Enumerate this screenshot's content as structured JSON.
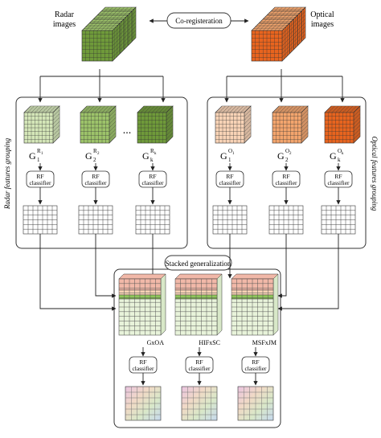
{
  "colors": {
    "radar_dark": "#6f9a3a",
    "radar_mid": "#9dc36a",
    "radar_light": "#d4e6b8",
    "optical_dark": "#e8641e",
    "optical_mid": "#f3a56d",
    "optical_light": "#f8d3b6",
    "stack_pink": "#f1b8a8",
    "stack_green": "#b7dd8c",
    "stroke": "#333333"
  },
  "top": {
    "radar_label_line1": "Radar",
    "radar_label_line2": "images",
    "optical_label_line1": "Optical",
    "optical_label_line2": "images",
    "coregistration_label": "Co-registeration"
  },
  "left_group": {
    "side_label": "Radar features grouping",
    "cube_labels": [
      "G",
      "G",
      "G"
    ],
    "cube_sups": [
      "R",
      "R",
      "R"
    ],
    "cube_subs": [
      "1",
      "2",
      "k"
    ],
    "cube_inner_subs": [
      "1",
      "2",
      "k"
    ],
    "ellipsis": "...",
    "classifier_line1": "RF",
    "classifier_line2": "classifier"
  },
  "right_group": {
    "side_label": "Optical features grouping",
    "cube_labels": [
      "G",
      "G",
      "G"
    ],
    "cube_sups": [
      "O",
      "O",
      "O"
    ],
    "cube_subs": [
      "1",
      "2",
      "k"
    ],
    "cube_inner_subs": [
      "1",
      "2",
      "k"
    ],
    "ellipsis": "...",
    "classifier_line1": "RF",
    "classifier_line2": "classifier"
  },
  "bottom": {
    "title": "Stacked generalization",
    "stack_labels": [
      "GxOA",
      "HIFxSC",
      "MSFxJM"
    ],
    "classifier_line1": "RF",
    "classifier_line2": "classifier",
    "ellipsis": "..."
  }
}
